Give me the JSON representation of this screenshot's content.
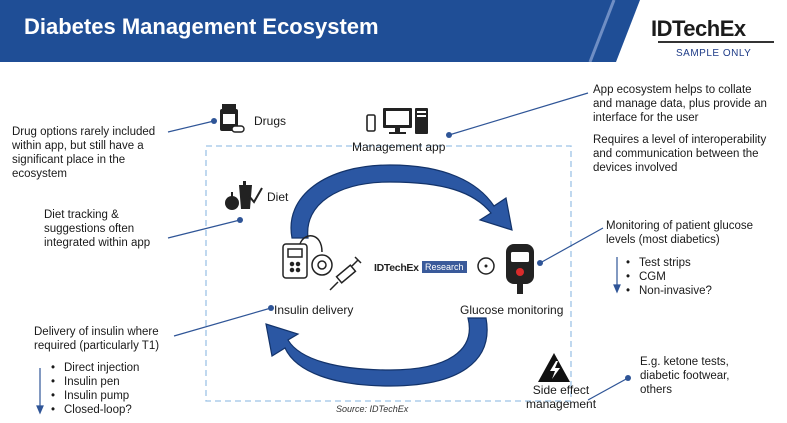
{
  "header": {
    "title": "Diabetes Management Ecosystem"
  },
  "brand": {
    "name": "IDTechEx",
    "tag": "SAMPLE ONLY"
  },
  "nodes": {
    "drugs": "Drugs",
    "management_app": "Management app",
    "diet": "Diet",
    "insulin_delivery": "Insulin delivery",
    "glucose_monitoring": "Glucose monitoring",
    "side_effect": [
      "Side effect",
      "management"
    ]
  },
  "notes": {
    "drugs": [
      "Drug options rarely included",
      "within app, but still have a",
      "significant place in the",
      "ecosystem"
    ],
    "app1": [
      "App ecosystem helps to collate",
      "and manage data, plus provide an",
      "interface for the user"
    ],
    "app2": [
      "Requires a level of interoperability",
      "and communication between the",
      "devices involved"
    ],
    "diet": [
      "Diet tracking &",
      "suggestions often",
      "integrated within app"
    ],
    "glucose": [
      "Monitoring of patient glucose",
      "levels (most diabetics)"
    ],
    "insulin": [
      "Delivery of insulin where",
      "required (particularly T1)"
    ],
    "side_effect": [
      "E.g. ketone tests,",
      "diabetic footwear,",
      "others"
    ]
  },
  "lists": {
    "glucose": [
      "Test strips",
      "CGM",
      "Non-invasive?"
    ],
    "insulin": [
      "Direct injection",
      "Insulin pen",
      "Insulin pump",
      "Closed-loop?"
    ]
  },
  "watermark": {
    "brand": "IDTechEx",
    "tag": "Research"
  },
  "source": "Source: IDTechEx",
  "colors": {
    "header": "#1f4e96",
    "arrow": "#1f4e96",
    "connector": "#2f5597",
    "box_border": "#9dc3e6"
  }
}
